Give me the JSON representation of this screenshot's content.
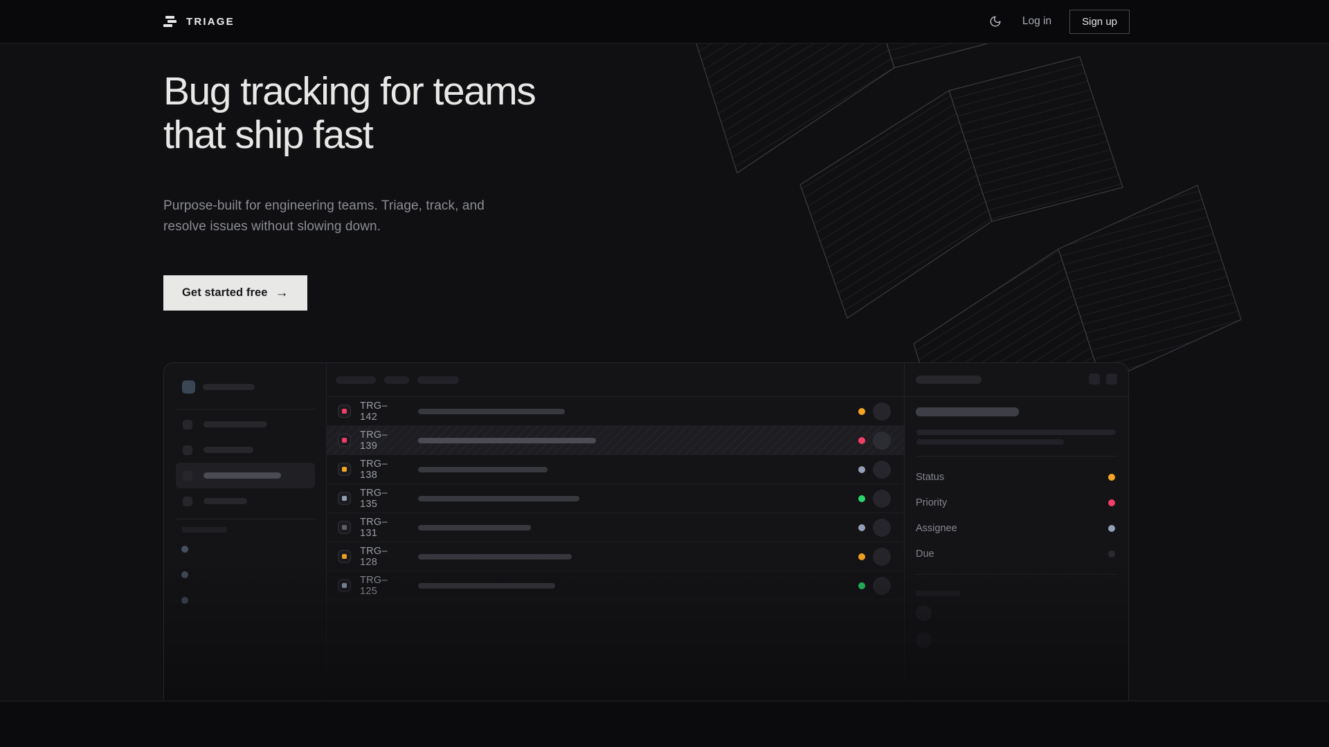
{
  "header": {
    "brand": "TRIAGE",
    "login_label": "Log in",
    "signup_label": "Sign up"
  },
  "hero": {
    "title_line1": "Bug tracking for teams",
    "title_line2": "that ship fast",
    "subtitle_line1": "Purpose-built for engineering teams. Triage, track, and",
    "subtitle_line2": "resolve issues without slowing down.",
    "cta_label": "Get started free",
    "cta_arrow": "→"
  },
  "colors": {
    "pink": "#F13E68",
    "amber": "#F6A623",
    "slate": "#92A0B6",
    "green": "#2BD46C",
    "gray": "#60606A",
    "dim": "#2B2B31"
  },
  "mockup": {
    "sidebar": {
      "workspace_square_color": "#3B4654",
      "nav_widths": [
        92,
        72,
        112,
        63
      ],
      "active_index": 2,
      "dot_count": 3,
      "dot_color": "#46505E",
      "dot_tops": [
        264,
        301,
        338
      ]
    },
    "issues": [
      {
        "id": "TRG–142",
        "severity": "pink",
        "status": "amber",
        "bar": 212,
        "selected": false
      },
      {
        "id": "TRG–139",
        "severity": "pink",
        "status": "pink",
        "bar": 257,
        "selected": true
      },
      {
        "id": "TRG–138",
        "severity": "amber",
        "status": "slate",
        "bar": 187,
        "selected": false
      },
      {
        "id": "TRG–135",
        "severity": "slate",
        "status": "green",
        "bar": 233,
        "selected": false
      },
      {
        "id": "TRG–131",
        "severity": "gray",
        "status": "slate",
        "bar": 163,
        "selected": false
      },
      {
        "id": "TRG–128",
        "severity": "amber",
        "status": "amber",
        "bar": 222,
        "selected": false
      },
      {
        "id": "TRG–125",
        "severity": "slate",
        "status": "green",
        "bar": 198,
        "selected": false
      }
    ],
    "panel_properties": [
      {
        "label": "Status",
        "color": "amber"
      },
      {
        "label": "Priority",
        "color": "pink"
      },
      {
        "label": "Assignee",
        "color": "slate"
      },
      {
        "label": "Due",
        "color": "dim"
      }
    ]
  }
}
